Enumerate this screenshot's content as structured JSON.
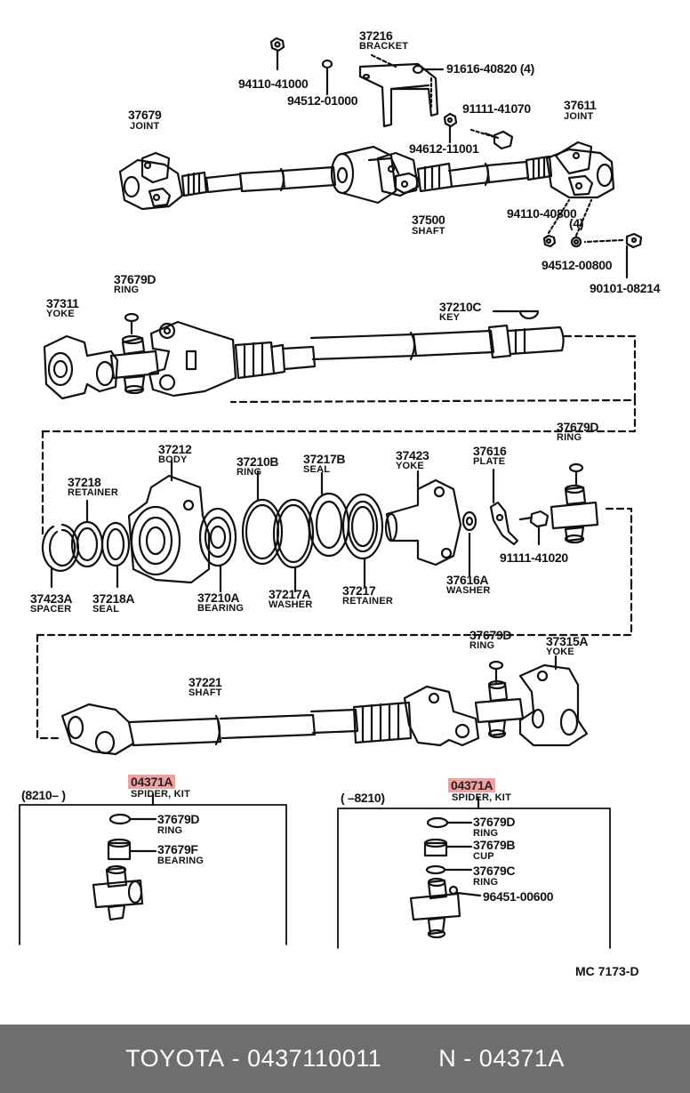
{
  "labels": {
    "p37216": "37216",
    "bracket": "BRACKET",
    "p94110_41000": "94110-41000",
    "p94512_01000": "94512-01000",
    "p91616": "91616-40820 (4)",
    "p37679": "37679",
    "joint1": "JOINT",
    "p91111_41070": "91111-41070",
    "p37611": "37611",
    "joint2": "JOINT",
    "p94612": "94612-11001",
    "p37500": "37500",
    "shaft1": "SHAFT",
    "p94110_40800": "94110-40800",
    "four": "(4)",
    "p94512_00800": "94512-00800",
    "p90101": "90101-08214",
    "p37679d_a": "37679D",
    "ring_a": "RING",
    "p37311": "37311",
    "yoke_a": "YOKE",
    "p37210c": "37210C",
    "key": "KEY",
    "p37679d_b": "37679D",
    "ring_b": "RING",
    "p37212": "37212",
    "body": "BODY",
    "p37210b": "37210B",
    "ring_c": "RING",
    "p37217b": "37217B",
    "seal_a": "SEAL",
    "p37423": "37423",
    "yoke_b": "YOKE",
    "p37616": "37616",
    "plate": "PLATE",
    "p37218": "37218",
    "retainer_a": "RETAINER",
    "p91111_41020": "91111-41020",
    "p37423a": "37423A",
    "spacer": "SPACER",
    "p37218a": "37218A",
    "seal_b": "SEAL",
    "p37210a": "37210A",
    "bearing_a": "BEARING",
    "p37217a": "37217A",
    "washer_a": "WASHER",
    "p37217": "37217",
    "retainer_b": "RETAINER",
    "p37616a": "37616A",
    "washer_b": "WASHER",
    "p37679d_c": "37679D",
    "ring_d": "RING",
    "p37315a": "37315A",
    "yoke_c": "YOKE",
    "p37221": "37221",
    "shaft2": "SHAFT",
    "range_left": "(8210–        )",
    "range_right": "(        –8210)",
    "kit_left": "04371A",
    "spider_left": "SPIDER, KIT",
    "kit_right": "04371A",
    "spider_right": "SPIDER, KIT",
    "p37679d_e": "37679D",
    "ring_e": "RING",
    "p37679f": "37679F",
    "bearing_b": "BEARING",
    "p37679d_f": "37679D",
    "ring_f": "RING",
    "p37679b": "37679B",
    "cup": "CUP",
    "p37679c": "37679C",
    "ring_g": "RING",
    "p96451": "96451-00600",
    "ref": "MC  7173-D"
  },
  "footer": {
    "brand": "TOYOTA",
    "part_number": "0437110011",
    "n_label": "N",
    "n_value": "04371A"
  },
  "colors": {
    "highlight": "#f2a0a0",
    "footer_bg": "#6e6e6e",
    "footer_text": "#ffffff"
  }
}
